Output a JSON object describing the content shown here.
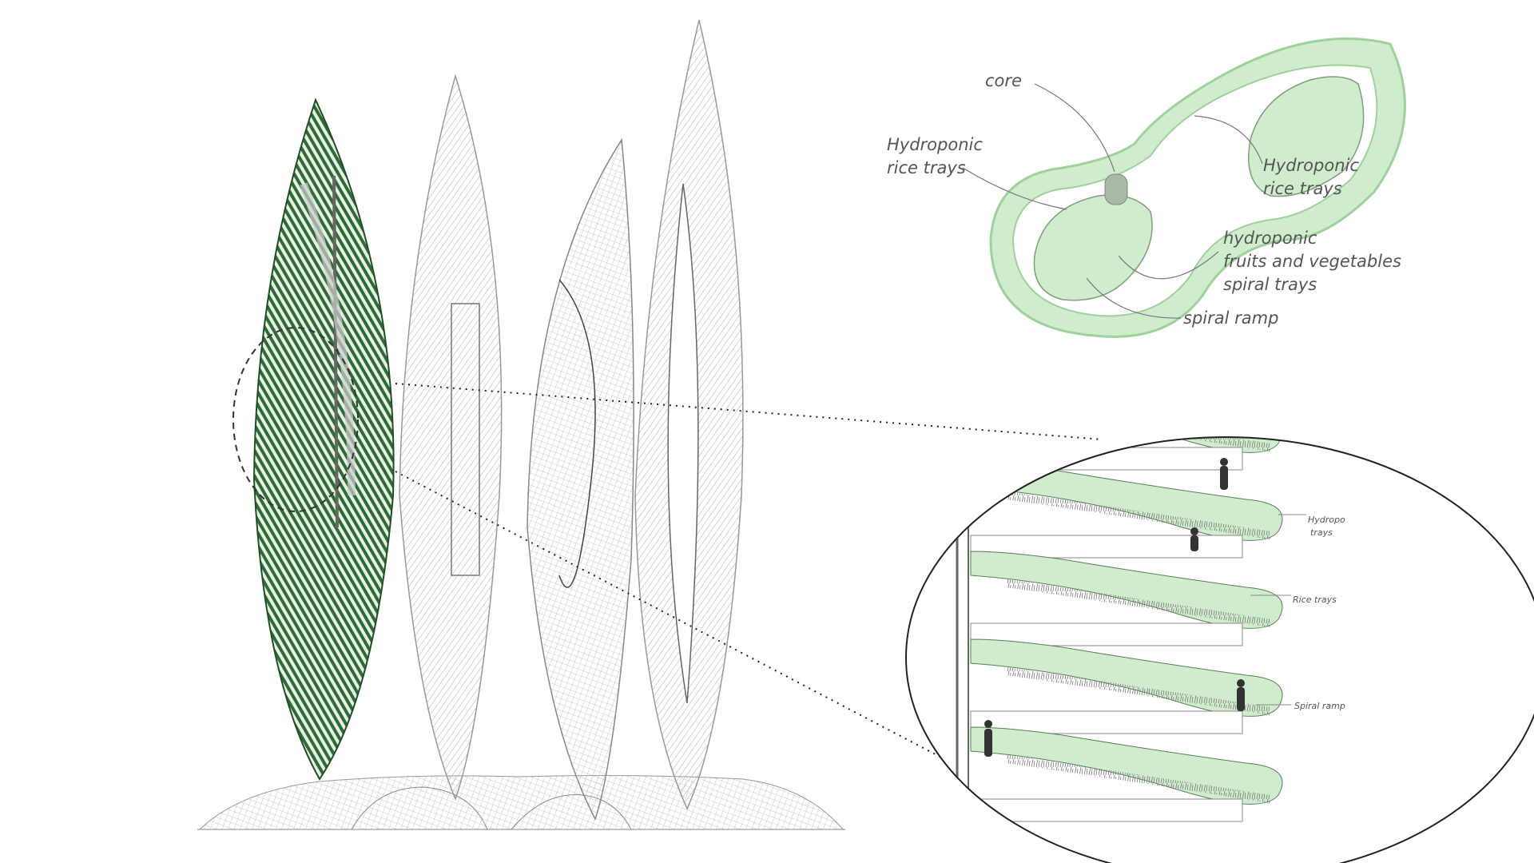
{
  "plan_labels": {
    "core": "core",
    "rice_left_1": "Hydroponic",
    "rice_left_2": "rice trays",
    "rice_right_1": "Hydroponic",
    "rice_right_2": "rice trays",
    "fruits_1": "hydroponic",
    "fruits_2": "fruits and vegetables",
    "fruits_3": "spiral trays",
    "ramp": "spiral ramp"
  },
  "section_labels": {
    "hydro_1": "Hydropo",
    "hydro_2": "trays",
    "rice": "Rice trays",
    "ramp": "Spiral ramp"
  },
  "colors": {
    "green_dark": "#2f6b35",
    "green_light": "#cfeccc",
    "line_gray": "#8a8a8a"
  }
}
